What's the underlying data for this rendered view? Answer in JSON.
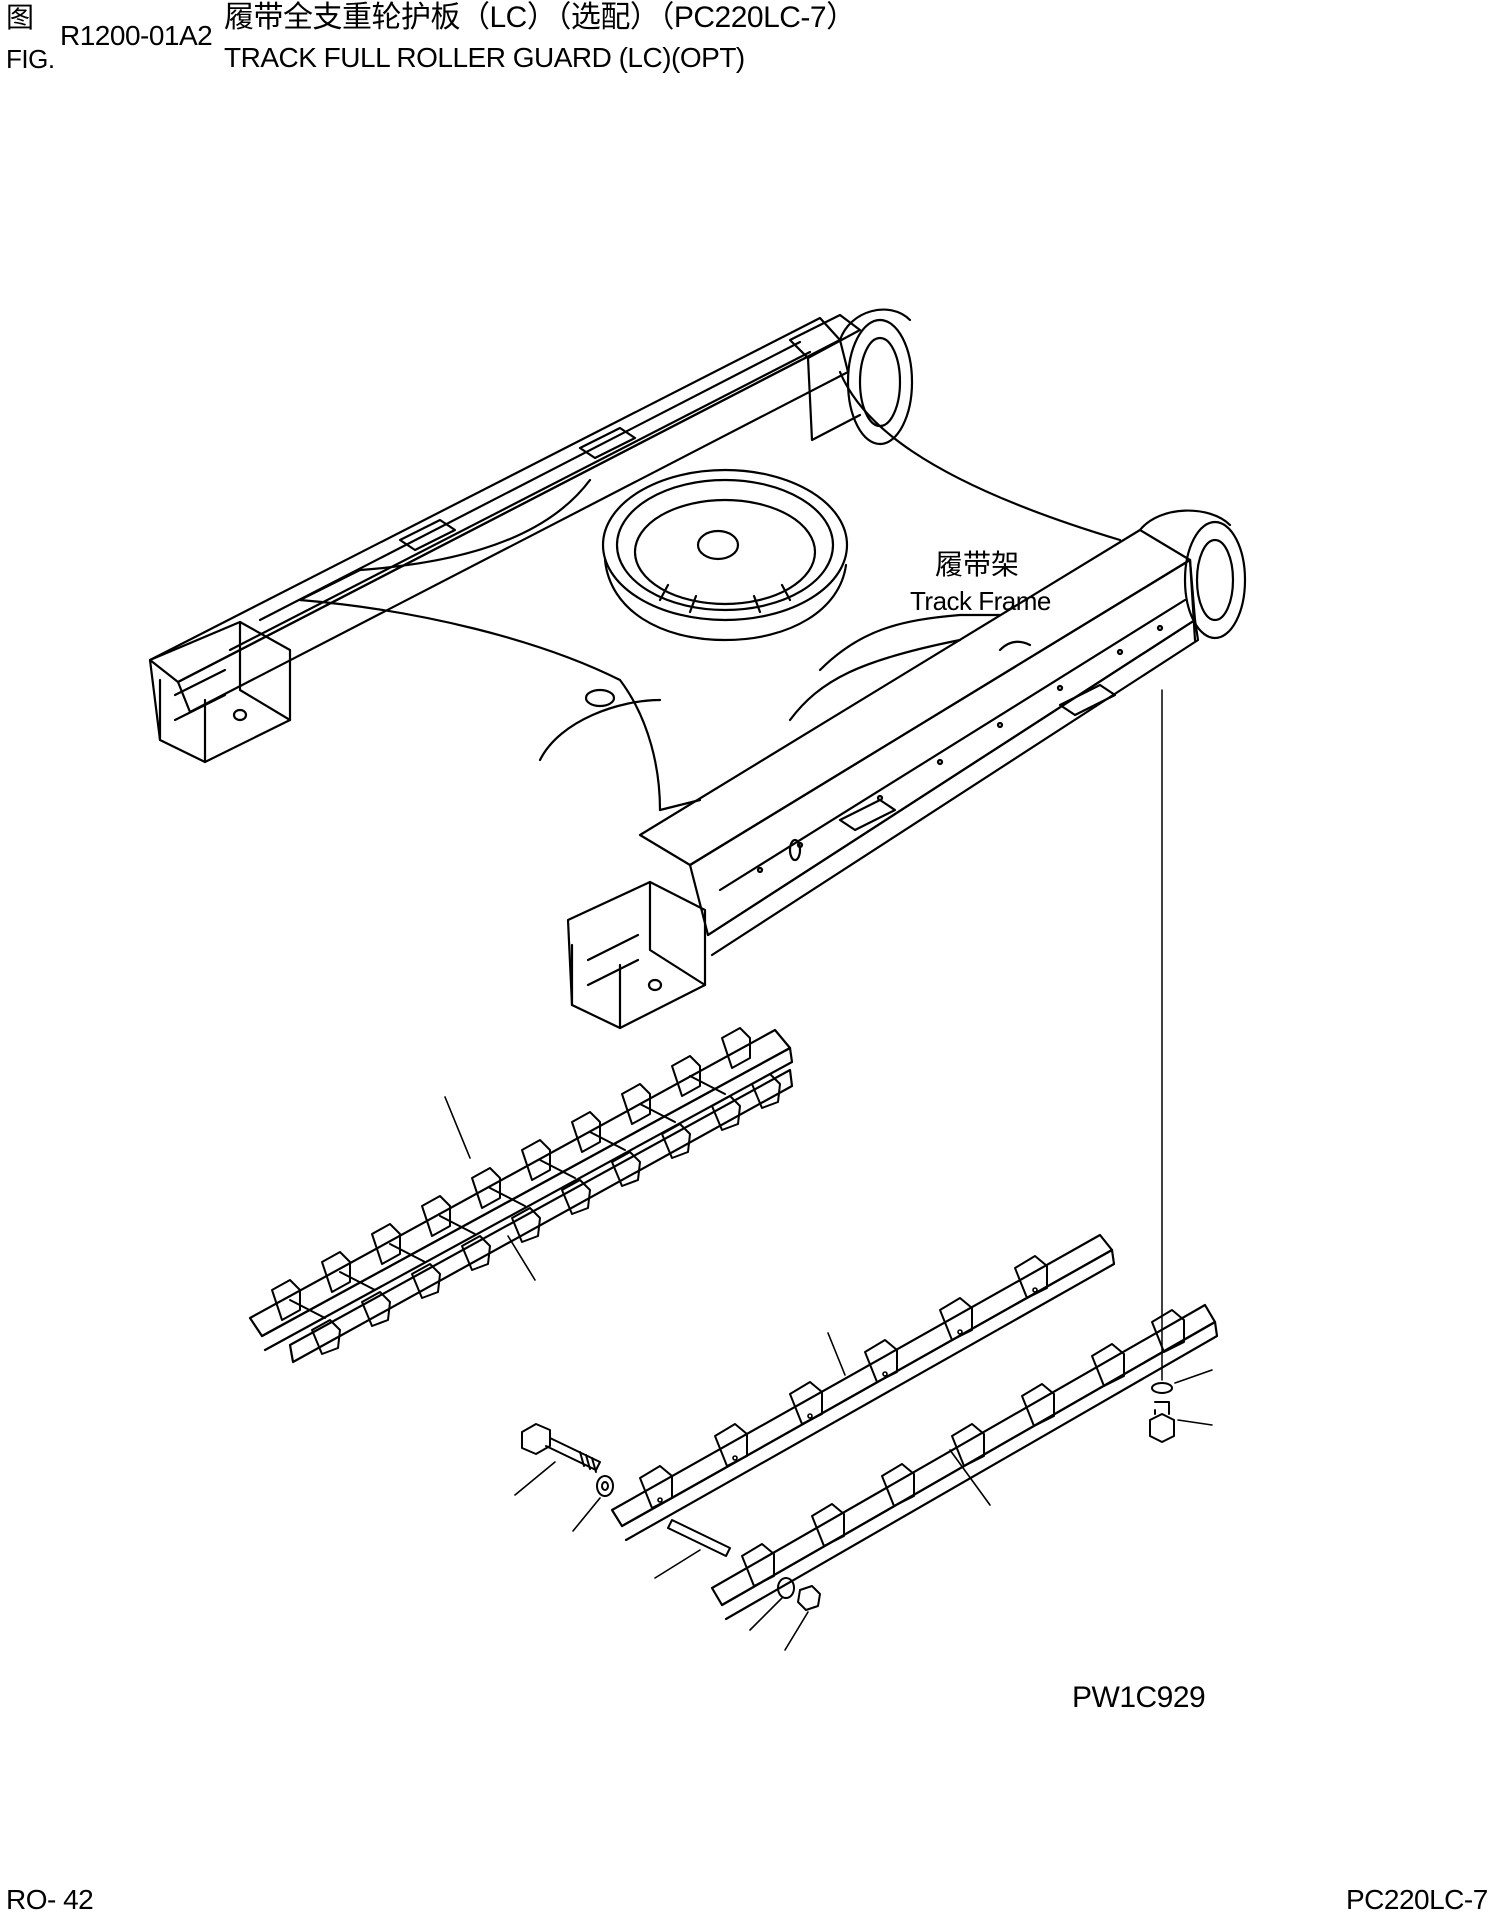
{
  "header": {
    "fig_label_cn": "图",
    "fig_label_en": "FIG.",
    "fig_number": "R1200-01A2",
    "title_cn": "履带全支重轮护板（LC）（选配）（PC220LC-7）",
    "title_en": "TRACK FULL ROLLER GUARD (LC)(OPT)"
  },
  "diagram": {
    "callout_track_frame_cn": "履带架",
    "callout_track_frame_en": "Track Frame",
    "drawing_code": "PW1C929",
    "icon": "exploded-parts-drawing"
  },
  "footer": {
    "page_number": "RO- 42",
    "model": "PC220LC-7"
  },
  "colors": {
    "line": "#000000",
    "background": "#ffffff"
  }
}
